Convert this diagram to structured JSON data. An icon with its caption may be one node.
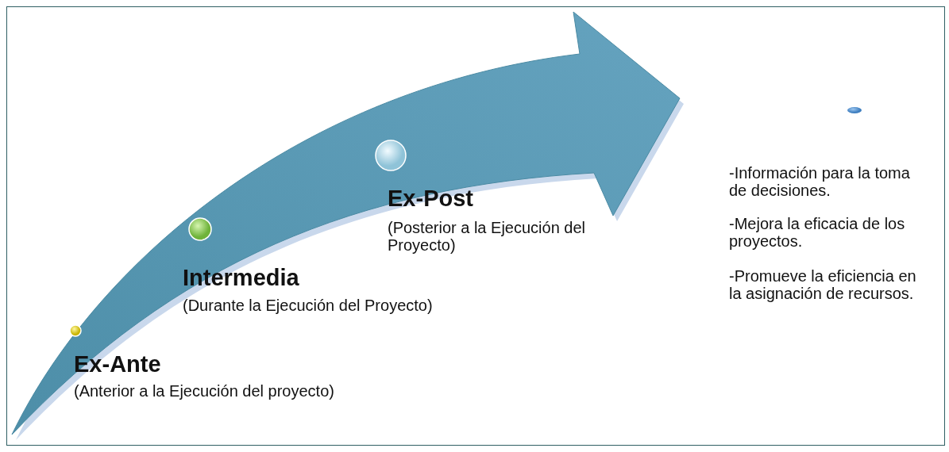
{
  "diagram": {
    "labels": [
      "Ex-Post",
      "(Posterior a la Ejecución del Proyecto)",
      "Intermedia",
      "(Durante la Ejecución del Proyecto)",
      "Ex-Ante",
      "(Anterior a la Ejecución del proyecto)",
      "-Información para la toma de decisiones.",
      "-Mejora la eficacia de los proyectos.",
      "-Promueve la eficiencia en la asignación de recursos."
    ]
  }
}
